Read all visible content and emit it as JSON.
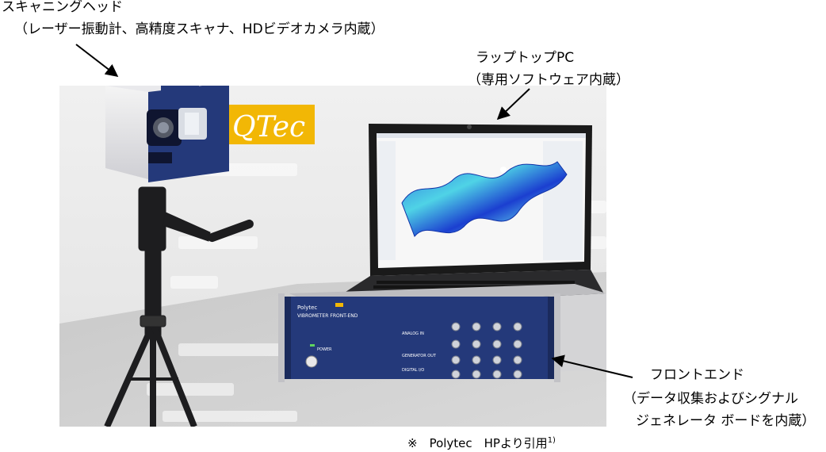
{
  "labels": {
    "scan_head_title": "スキャニングヘッド",
    "scan_head_desc": "（レーザー振動計、高精度スキャナ、HDビデオカメラ内蔵）",
    "laptop_title": "ラップトップPC",
    "laptop_desc": "（専用ソフトウェア内蔵）",
    "frontend_title": "フロントエンド",
    "frontend_desc1": "（データ収集およびシグナル",
    "frontend_desc2": "ジェネレータ ボードを内蔵）"
  },
  "photo": {
    "logo_text": "QTec",
    "panel_brand": "Polytec",
    "panel_model": "VIBROMETER FRONT-END",
    "panel_power": "POWER",
    "panel_analog": "ANALOG IN",
    "panel_generator": "GENERATOR OUT",
    "panel_digital": "DIGITAL I/O",
    "colors": {
      "logo_bg": "#f2b705",
      "device_blue": "#24397a",
      "bg_gray": "#e6e6e6"
    }
  },
  "footer": {
    "note": "※　Polytec　HPより引用",
    "superscript": "1)"
  }
}
